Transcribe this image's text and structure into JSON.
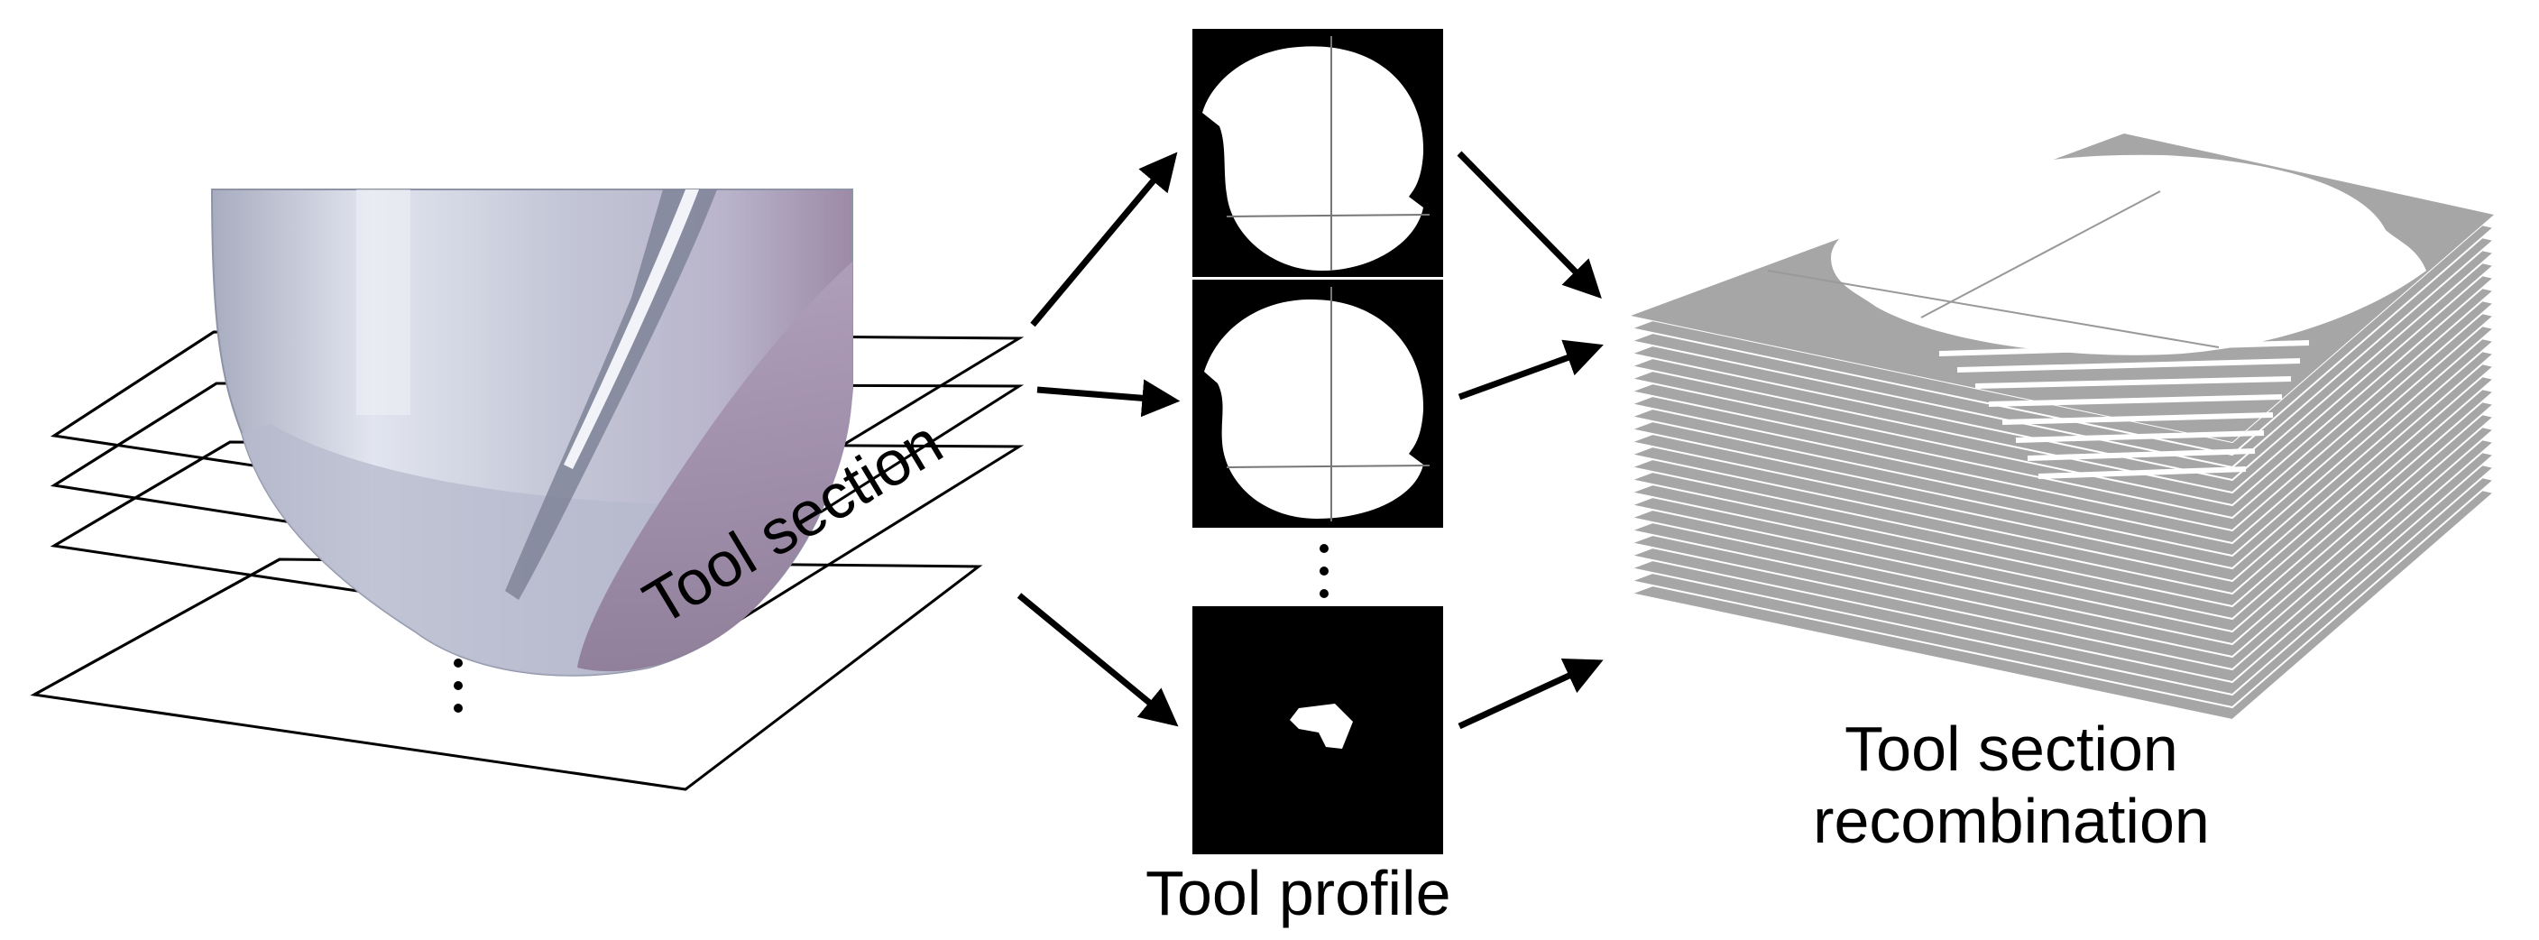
{
  "labels": {
    "tool_section": "Tool section",
    "tool_profile": "Tool profile",
    "recombination_line1": "Tool section",
    "recombination_line2": "recombination"
  },
  "colors": {
    "background": "#ffffff",
    "profile_panel": "#000000",
    "profile_shape": "#ffffff",
    "stack_gray": "#a6a6a6",
    "tool_body": "#c7cad8",
    "tool_face": "#a897b3"
  }
}
